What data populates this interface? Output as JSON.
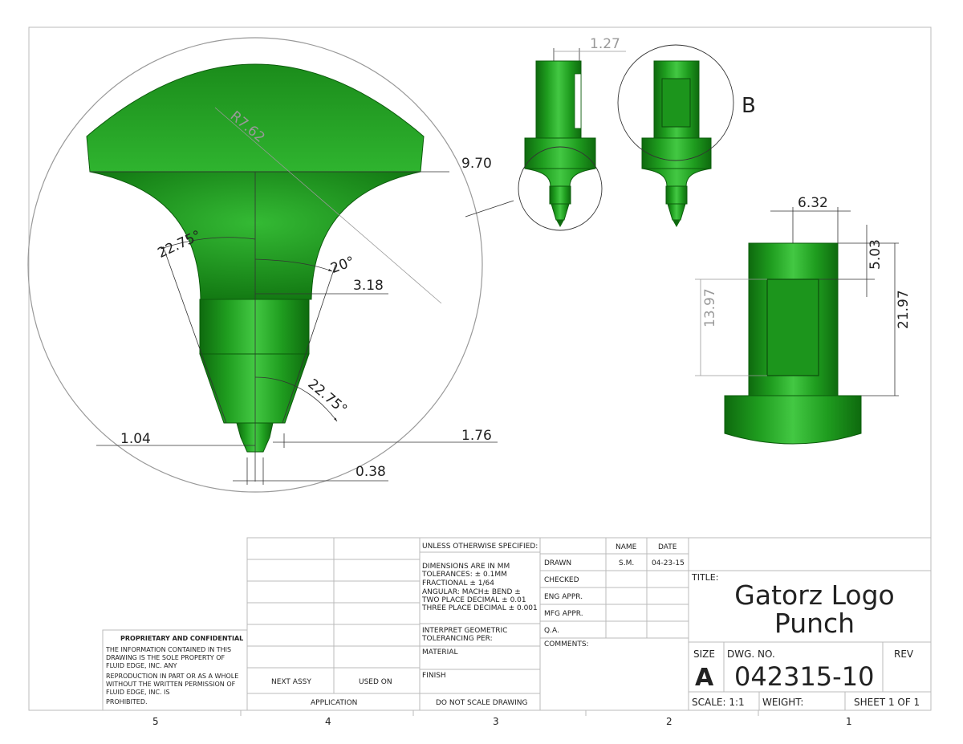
{
  "dimensions": {
    "d1_27": "1.27",
    "d9_70": "9.70",
    "r7_62": "R7.62",
    "ang22_75_top": "22.75°",
    "ang20": "20°",
    "d3_18": "3.18",
    "ang22_75_bottom": "22.75°",
    "d1_04": "1.04",
    "d1_76": "1.76",
    "d0_38": "0.38",
    "d6_32": "6.32",
    "d5_03": "5.03",
    "d13_97": "13.97",
    "d21_97": "21.97"
  },
  "detail_label": "B",
  "zones": [
    "5",
    "4",
    "3",
    "2",
    "1"
  ],
  "colors": {
    "part_green": "#1e9b1e",
    "part_dark": "#0f6b0f",
    "part_light": "#3dc13d",
    "line": "#222222"
  },
  "title_block": {
    "proprietary_title": "PROPRIETARY AND CONFIDENTIAL",
    "proprietary_lines": [
      "THE INFORMATION CONTAINED IN THIS",
      "DRAWING IS THE SOLE PROPERTY OF",
      "FLUID EDGE, INC.  ANY",
      "REPRODUCTION IN PART OR AS A WHOLE",
      "WITHOUT THE WRITTEN PERMISSION OF",
      "FLUID EDGE, INC. IS",
      "PROHIBITED."
    ],
    "next_assy": "NEXT ASSY",
    "used_on": "USED ON",
    "application": "APPLICATION",
    "unless": "UNLESS OTHERWISE SPECIFIED:",
    "spec_lines": [
      "DIMENSIONS ARE IN MM",
      "TOLERANCES: ± 0.1MM",
      "FRACTIONAL ± 1/64",
      "ANGULAR: MACH±     BEND  ±",
      "TWO PLACE DECIMAL     ± 0.01",
      "THREE PLACE DECIMAL   ± 0.001"
    ],
    "interpret": [
      "INTERPRET GEOMETRIC",
      "TOLERANCING PER:"
    ],
    "material": "MATERIAL",
    "finish": "FINISH",
    "do_not_scale": "DO NOT SCALE DRAWING",
    "name_header": "NAME",
    "date_header": "DATE",
    "drawn": "DRAWN",
    "drawn_name": "S.M.",
    "drawn_date": "04-23-15",
    "checked": "CHECKED",
    "eng_appr": "ENG APPR.",
    "mfg_appr": "MFG APPR.",
    "qa": "Q.A.",
    "comments": "COMMENTS:",
    "title_label": "TITLE:",
    "title_line1": "Gatorz Logo",
    "title_line2": "Punch",
    "size_label": "SIZE",
    "size_value": "A",
    "dwg_no_label": "DWG.  NO.",
    "dwg_no": "042315-10",
    "rev_label": "REV",
    "scale": "SCALE: 1:1",
    "weight": "WEIGHT:",
    "sheet": "SHEET 1 OF 1"
  }
}
